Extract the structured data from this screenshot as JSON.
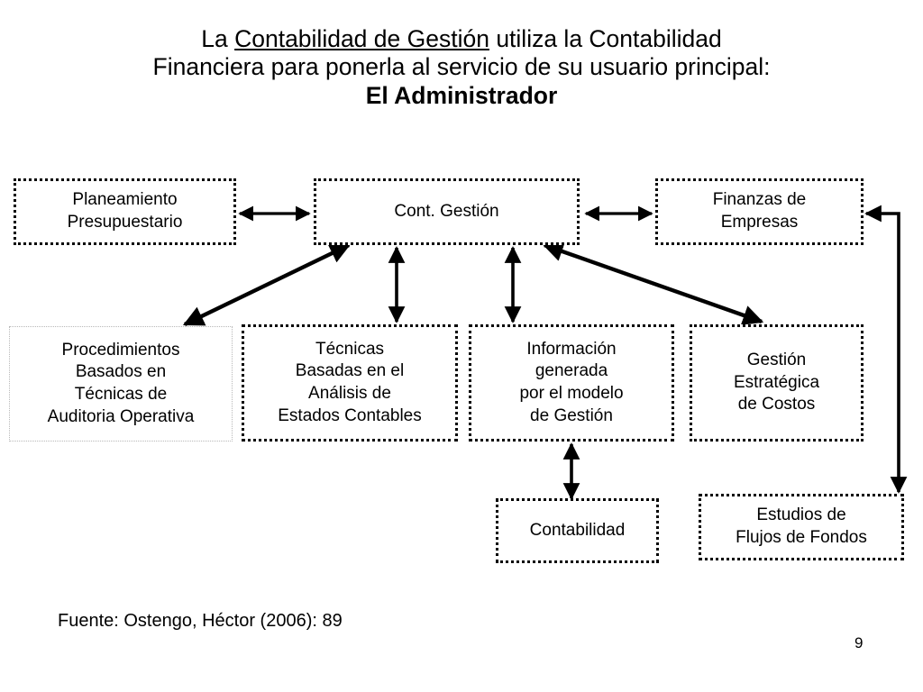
{
  "slide": {
    "title": {
      "line1_pre": "La ",
      "line1_underlined": "Contabilidad de Gestión",
      "line1_post": " utiliza la Contabilidad",
      "line2": "Financiera para ponerla al servicio de su usuario principal:",
      "line3_bold": "El Administrador"
    },
    "footer": {
      "source": "Fuente: Ostengo, Héctor (2006): 89",
      "page_number": "9"
    }
  },
  "diagram": {
    "type": "flow-diagram",
    "nodes": [
      {
        "id": "planeamiento",
        "label": "Planeamiento\nPresupuestario"
      },
      {
        "id": "cont-gestion",
        "label": "Cont. Gestión"
      },
      {
        "id": "finanzas",
        "label": "Finanzas de\nEmpresas"
      },
      {
        "id": "procedimientos",
        "label": "Procedimientos\nBasados en\nTécnicas de\nAuditoria Operativa"
      },
      {
        "id": "tecnicas",
        "label": "Técnicas\nBasadas en el\nAnálisis de\nEstados Contables"
      },
      {
        "id": "informacion",
        "label": "Información\ngenerada\npor el modelo\nde Gestión"
      },
      {
        "id": "gestion-costos",
        "label": "Gestión\nEstratégica\nde Costos"
      },
      {
        "id": "contabilidad",
        "label": "Contabilidad"
      },
      {
        "id": "estudios",
        "label": "Estudios de\nFlujos de Fondos"
      }
    ],
    "edges": [
      {
        "from": "planeamiento",
        "to": "cont-gestion",
        "style": "double-arrow"
      },
      {
        "from": "cont-gestion",
        "to": "finanzas",
        "style": "double-arrow"
      },
      {
        "from": "cont-gestion",
        "to": "procedimientos",
        "style": "double-arrow"
      },
      {
        "from": "cont-gestion",
        "to": "tecnicas",
        "style": "double-arrow"
      },
      {
        "from": "cont-gestion",
        "to": "informacion",
        "style": "double-arrow"
      },
      {
        "from": "cont-gestion",
        "to": "gestion-costos",
        "style": "double-arrow"
      },
      {
        "from": "informacion",
        "to": "contabilidad",
        "style": "double-arrow"
      },
      {
        "from": "estudios",
        "to": "finanzas",
        "style": "double-arrow-elbow"
      }
    ],
    "colors": {
      "stroke": "#000000",
      "node_border": "#000000",
      "node_border_faint": "#b8b8b8",
      "background": "#ffffff"
    }
  }
}
